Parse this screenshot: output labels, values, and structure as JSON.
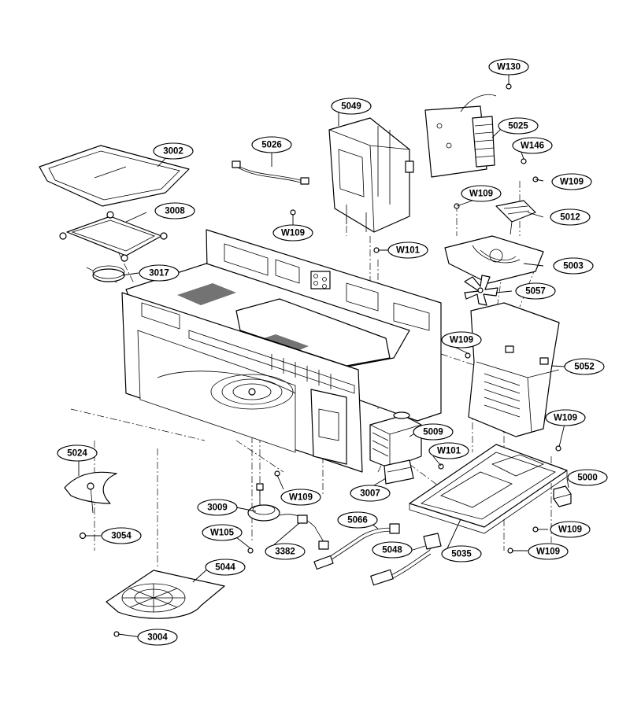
{
  "parts": [
    {
      "id": "w130",
      "label": "W130"
    },
    {
      "id": "5049",
      "label": "5049"
    },
    {
      "id": "5025",
      "label": "5025"
    },
    {
      "id": "w146",
      "label": "W146"
    },
    {
      "id": "3002",
      "label": "3002"
    },
    {
      "id": "5026",
      "label": "5026"
    },
    {
      "id": "w109-a",
      "label": "W109"
    },
    {
      "id": "w109-b",
      "label": "W109"
    },
    {
      "id": "3008",
      "label": "3008"
    },
    {
      "id": "5012",
      "label": "5012"
    },
    {
      "id": "w109-c",
      "label": "W109"
    },
    {
      "id": "w101-a",
      "label": "W101"
    },
    {
      "id": "5003",
      "label": "5003"
    },
    {
      "id": "3017",
      "label": "3017"
    },
    {
      "id": "5057",
      "label": "5057"
    },
    {
      "id": "w109-d",
      "label": "W109"
    },
    {
      "id": "5052",
      "label": "5052"
    },
    {
      "id": "w109-e",
      "label": "W109"
    },
    {
      "id": "5009",
      "label": "5009"
    },
    {
      "id": "5024",
      "label": "5024"
    },
    {
      "id": "w101-b",
      "label": "W101"
    },
    {
      "id": "5000",
      "label": "5000"
    },
    {
      "id": "3007",
      "label": "3007"
    },
    {
      "id": "w109-f",
      "label": "W109"
    },
    {
      "id": "3009",
      "label": "3009"
    },
    {
      "id": "5066",
      "label": "5066"
    },
    {
      "id": "w109-g",
      "label": "W109"
    },
    {
      "id": "3054",
      "label": "3054"
    },
    {
      "id": "w105",
      "label": "W105"
    },
    {
      "id": "5048",
      "label": "5048"
    },
    {
      "id": "3382",
      "label": "3382"
    },
    {
      "id": "5035",
      "label": "5035"
    },
    {
      "id": "w109-h",
      "label": "W109"
    },
    {
      "id": "5044",
      "label": "5044"
    },
    {
      "id": "3004",
      "label": "3004"
    }
  ]
}
